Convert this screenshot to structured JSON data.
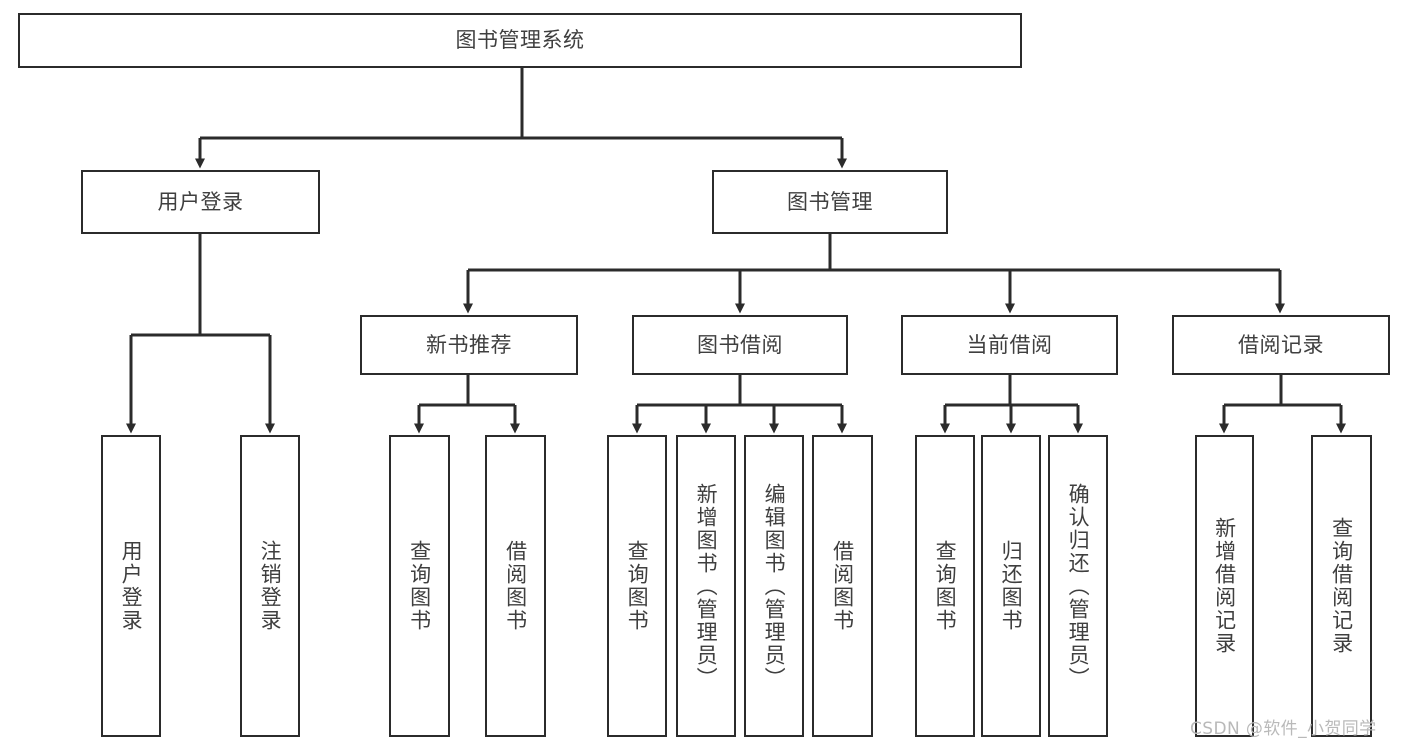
{
  "diagram": {
    "title": "图书管理系统",
    "type": "tree-hierarchy-chart",
    "root": {
      "label": "图书管理系统"
    },
    "level2": [
      {
        "label": "用户登录"
      },
      {
        "label": "图书管理"
      }
    ],
    "level3": [
      {
        "label": "新书推荐"
      },
      {
        "label": "图书借阅"
      },
      {
        "label": "当前借阅"
      },
      {
        "label": "借阅记录"
      }
    ],
    "leaves": {
      "user_login": [
        {
          "label": "用户登录"
        },
        {
          "label": "注销登录"
        }
      ],
      "new_book_recommend": [
        {
          "label": "查询图书"
        },
        {
          "label": "借阅图书"
        }
      ],
      "book_borrow": [
        {
          "label": "查询图书"
        },
        {
          "label": "新增图书（管理员）"
        },
        {
          "label": "编辑图书（管理员）"
        },
        {
          "label": "借阅图书"
        }
      ],
      "current_borrow": [
        {
          "label": "查询图书"
        },
        {
          "label": "归还图书"
        },
        {
          "label": "确认归还（管理员）"
        }
      ],
      "borrow_record": [
        {
          "label": "新增借阅记录"
        },
        {
          "label": "查询借阅记录"
        }
      ]
    }
  },
  "watermark": {
    "text": "CSDN @软件_小贺同学"
  },
  "colors": {
    "border": "#2b2b2b",
    "text": "#3f3f3f",
    "background": "#ffffff",
    "watermark": "#b9b9b9"
  }
}
